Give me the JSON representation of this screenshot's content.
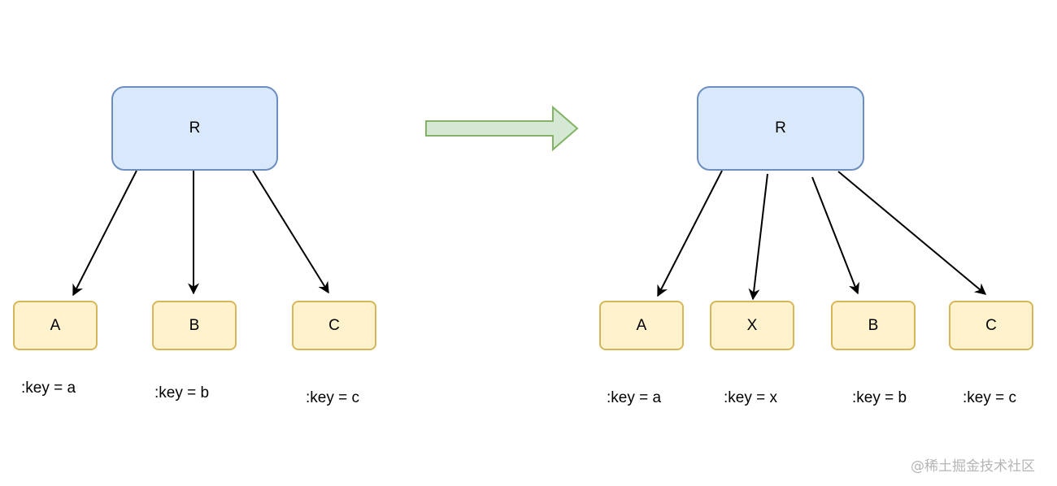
{
  "before": {
    "root": "R",
    "children": [
      {
        "name": "A",
        "key": ":key = a"
      },
      {
        "name": "B",
        "key": ":key = b"
      },
      {
        "name": "C",
        "key": ":key = c"
      }
    ]
  },
  "after": {
    "root": "R",
    "children": [
      {
        "name": "A",
        "key": ":key = a"
      },
      {
        "name": "X",
        "key": ":key = x"
      },
      {
        "name": "B",
        "key": ":key = b"
      },
      {
        "name": "C",
        "key": ":key = c"
      }
    ]
  },
  "watermark": "@稀土掘金技术社区",
  "colors": {
    "root_fill": "#dae8fc",
    "root_stroke": "#6c8ebf",
    "leaf_fill": "#fff2cc",
    "leaf_stroke": "#d6b656",
    "arrow_fill": "#d5e8d4",
    "arrow_stroke": "#82b366"
  }
}
